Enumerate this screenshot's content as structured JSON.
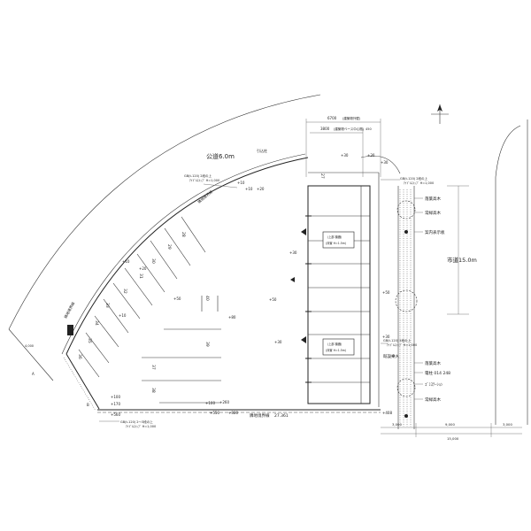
{
  "roads": {
    "public_road": "公道6.0m",
    "city_road": "市道15.0m"
  },
  "boundary": {
    "upper_label": "隣地境界線",
    "lower_label": "隣地境界線",
    "lower_dim": "27.361",
    "left_label": "隣地境界線"
  },
  "top_dims": {
    "overall": "6700",
    "overall_note": "(建築物外壁)",
    "inner": "3800",
    "inner_note": "(建築物ベース中心間)",
    "right": "450"
  },
  "bottom_dims": {
    "left": "3,000",
    "middle": "9,000",
    "right": "3,000",
    "total": "15,000"
  },
  "left_dim": "4,000",
  "levels": {
    "a": "+30",
    "b": "+30",
    "c": "+10",
    "d": "+10",
    "e": "+20",
    "f": "+30",
    "g": "+10",
    "h": "+20",
    "i": "+50",
    "j": "+10",
    "k": "+80",
    "l": "+50",
    "m": "+50",
    "n": "+30",
    "o": "+100",
    "p": "+170",
    "q": "+560",
    "r": "+550",
    "s": "+260",
    "t": "+380",
    "u": "+100",
    "v": "+408",
    "w": "+30",
    "x": "+30"
  },
  "callouts": {
    "c1_line1": "GB(t-120) 2段の上",
    "c1_line2": "ｱｲﾄﾞﾙｽﾄｯﾌﾟ H=1,000",
    "c2_line1": "GB(t-120) 2段の上",
    "c2_line2": "ｱｲﾄﾞﾙｽﾄｯﾌﾟ H=1,000",
    "c3_line1": "GB(t-120) 2段の上",
    "c3_line2": "ｱｲﾄﾞﾙｽﾄｯﾌﾟ H=1,000",
    "c4_line1": "GB(t-120) 2～3段の上",
    "c4_line2": "ｱｲﾄﾞﾙｽﾄｯﾌﾟ H=1,000"
  },
  "right_labels": {
    "tree1": "落葉高木",
    "tree2": "常緑高木",
    "sign": "案内表示板",
    "entrance": "既設乗入",
    "tree3": "落葉高木",
    "pole": "電柱 014 248",
    "sign2": "ｺﾞﾐｽﾃｰｼｮﾝ",
    "tree4": "常緑高木"
  },
  "stalls": [
    "27",
    "28",
    "29",
    "30",
    "31",
    "32",
    "33",
    "34",
    "35",
    "36",
    "37",
    "38",
    "39",
    "40"
  ],
  "small_note": "引込柱",
  "machines": {
    "m1_line1": "(上部 機器)",
    "m1_line2": "(床置 H=1.5m)",
    "m2_line1": "(上部 機器)",
    "m2_line2": "(床置 H=1.5m)"
  },
  "misc": {
    "n1": "A",
    "n2": "B"
  }
}
